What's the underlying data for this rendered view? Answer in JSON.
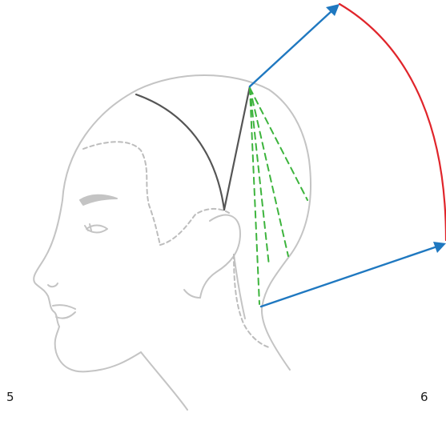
{
  "pages": {
    "left": "5",
    "right": "6"
  },
  "colors": {
    "outline": "#c4c4c4",
    "hairline_dashed": "#bdbdbd",
    "parting_line": "#555555",
    "section_lines": "#3db43d",
    "elevation_arrows": "#1f78c0",
    "travel_arc": "#e0252b",
    "page_number": "#1a1a1a"
  },
  "icons": {
    "arrow_head": "triangle-arrowhead"
  }
}
